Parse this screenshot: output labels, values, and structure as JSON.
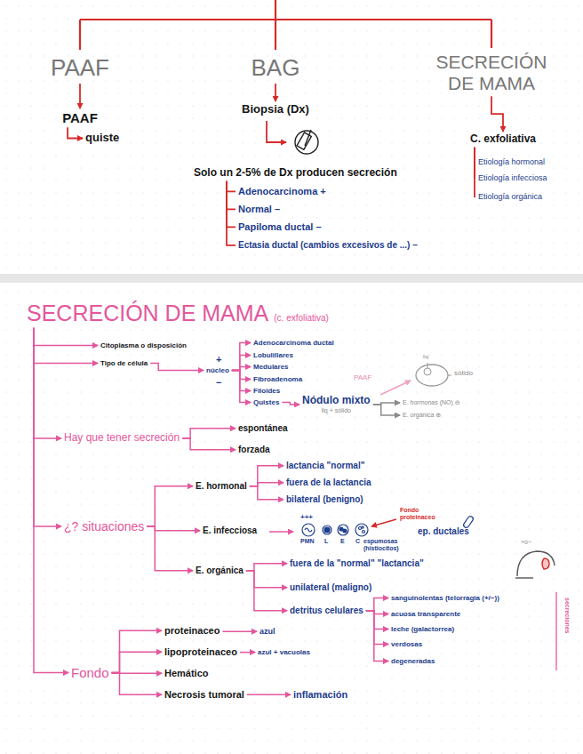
{
  "diagram": {
    "nodes": [
      {
        "text": [
          "PAAF"
        ]
      },
      {
        "text": [
          "BAG"
        ]
      },
      {
        "text": [
          "SECRECIÓN DE MAMA"
        ]
      },
      {
        "text": [
          "PAAF"
        ]
      },
      {
        "text": [
          "quiste"
        ]
      },
      {
        "text": [
          "Biopsia (Dx)"
        ]
      },
      {
        "text": [
          "C. exfoliativa"
        ]
      },
      {
        "text": [
          "Etiología hormonal"
        ]
      },
      {
        "text": [
          "Etiología infecciosa"
        ]
      },
      {
        "text": [
          "Etiología orgánica"
        ]
      },
      {
        "text": [
          "Solo un 2-5% de Dx producen secreción"
        ]
      },
      {
        "text": [
          "Adenocarcinoma +"
        ]
      },
      {
        "text": [
          "Normal –"
        ]
      },
      {
        "text": [
          "Papiloma ductal –"
        ]
      },
      {
        "text": [
          "Ectasia ductal (cambios excesivos de ...) –"
        ]
      },
      {
        "text": [
          "SECRECIÓN DE MAMA",
          "(c. exfoliativa)"
        ]
      },
      {
        "text": [
          "Citoplasma o disposición"
        ]
      },
      {
        "text": [
          "Tipo de célula"
        ]
      },
      {
        "text": [
          "núcleo"
        ]
      },
      {
        "text": [
          "Adenocarcinoma ductal"
        ]
      },
      {
        "text": [
          "Lobulillares"
        ]
      },
      {
        "text": [
          "Medulares"
        ]
      },
      {
        "text": [
          "Fibroadenoma"
        ]
      },
      {
        "text": [
          "Filoides"
        ]
      },
      {
        "text": [
          "Quistes"
        ]
      },
      {
        "text": [
          "Nódulo mixto",
          "liq + sólido"
        ]
      },
      {
        "text": [
          "E. hormonas (NO) ⊖"
        ]
      },
      {
        "text": [
          "E. orgánica ⊕"
        ]
      },
      {
        "text": [
          "Hay que tener secreción"
        ]
      },
      {
        "text": [
          "espontánea"
        ]
      },
      {
        "text": [
          "forzada"
        ]
      },
      {
        "text": [
          "¿? situaciones"
        ]
      },
      {
        "text": [
          "E. hormonal"
        ]
      },
      {
        "text": [
          "lactancia \"normal\""
        ]
      },
      {
        "text": [
          "fuera de la lactancia"
        ]
      },
      {
        "text": [
          "bilateral (benigno)"
        ]
      },
      {
        "text": [
          "E. infecciosa"
        ]
      },
      {
        "text": [
          "E. orgánica"
        ]
      },
      {
        "text": [
          "fuera de la \"normal\" \"lactancia\""
        ]
      },
      {
        "text": [
          "unilateral (maligno)"
        ]
      },
      {
        "text": [
          "detritus celulares"
        ]
      },
      {
        "text": [
          "sanguinolentas (telorragia (+/−))"
        ]
      },
      {
        "text": [
          "acuosa transparente"
        ]
      },
      {
        "text": [
          "leche (galactorrea)"
        ]
      },
      {
        "text": [
          "verdosas"
        ]
      },
      {
        "text": [
          "degeneradas"
        ]
      },
      {
        "text": [
          "Fondo"
        ]
      },
      {
        "text": [
          "proteinaceo"
        ]
      },
      {
        "text": [
          "azul"
        ]
      },
      {
        "text": [
          "lipoproteinaceo"
        ]
      },
      {
        "text": [
          "azul + vacuolas"
        ]
      },
      {
        "text": [
          "Hemático"
        ]
      },
      {
        "text": [
          "Necrosis tumoral"
        ]
      },
      {
        "text": [
          "inflamación"
        ]
      }
    ],
    "edges": [
      {
        "from": 0,
        "to": 3,
        "arrow": "to"
      },
      {
        "from": 3,
        "to": 4,
        "arrow": "to"
      },
      {
        "from": 1,
        "to": 5,
        "arrow": "to"
      },
      {
        "from": 2,
        "to": 6,
        "arrow": "to"
      },
      {
        "from": 6,
        "to": 7,
        "arrow": "none"
      },
      {
        "from": 6,
        "to": 8,
        "arrow": "none"
      },
      {
        "from": 6,
        "to": 9,
        "arrow": "none"
      },
      {
        "from": 10,
        "to": 11,
        "arrow": "none"
      },
      {
        "from": 10,
        "to": 12,
        "arrow": "none"
      },
      {
        "from": 10,
        "to": 13,
        "arrow": "none"
      },
      {
        "from": 10,
        "to": 14,
        "arrow": "none"
      },
      {
        "from": 15,
        "to": 16,
        "arrow": "to"
      },
      {
        "from": 15,
        "to": 17,
        "arrow": "to"
      },
      {
        "from": 15,
        "to": 28,
        "arrow": "to"
      },
      {
        "from": 15,
        "to": 31,
        "arrow": "to"
      },
      {
        "from": 15,
        "to": 46,
        "arrow": "to"
      },
      {
        "from": 17,
        "to": 18,
        "arrow": "to"
      },
      {
        "from": 18,
        "to": 19,
        "arrow": "to"
      },
      {
        "from": 18,
        "to": 20,
        "arrow": "to"
      },
      {
        "from": 18,
        "to": 21,
        "arrow": "to"
      },
      {
        "from": 18,
        "to": 22,
        "arrow": "to"
      },
      {
        "from": 18,
        "to": 23,
        "arrow": "to"
      },
      {
        "from": 18,
        "to": 24,
        "arrow": "to"
      },
      {
        "from": 24,
        "to": 25,
        "arrow": "to"
      },
      {
        "from": 25,
        "to": 26,
        "arrow": "to"
      },
      {
        "from": 25,
        "to": 27,
        "arrow": "to"
      },
      {
        "from": 28,
        "to": 29,
        "arrow": "to"
      },
      {
        "from": 28,
        "to": 30,
        "arrow": "to"
      },
      {
        "from": 31,
        "to": 32,
        "arrow": "to"
      },
      {
        "from": 31,
        "to": 36,
        "arrow": "to"
      },
      {
        "from": 31,
        "to": 37,
        "arrow": "to"
      },
      {
        "from": 32,
        "to": 33,
        "arrow": "to"
      },
      {
        "from": 32,
        "to": 34,
        "arrow": "to"
      },
      {
        "from": 32,
        "to": 35,
        "arrow": "to"
      },
      {
        "from": 37,
        "to": 38,
        "arrow": "to"
      },
      {
        "from": 37,
        "to": 39,
        "arrow": "to"
      },
      {
        "from": 37,
        "to": 40,
        "arrow": "to"
      },
      {
        "from": 40,
        "to": 41,
        "arrow": "to"
      },
      {
        "from": 40,
        "to": 42,
        "arrow": "to"
      },
      {
        "from": 40,
        "to": 43,
        "arrow": "to"
      },
      {
        "from": 40,
        "to": 44,
        "arrow": "to"
      },
      {
        "from": 40,
        "to": 45,
        "arrow": "to"
      },
      {
        "from": 46,
        "to": 47,
        "arrow": "to"
      },
      {
        "from": 46,
        "to": 49,
        "arrow": "to"
      },
      {
        "from": 46,
        "to": 51,
        "arrow": "to"
      },
      {
        "from": 46,
        "to": 52,
        "arrow": "to"
      },
      {
        "from": 47,
        "to": 48,
        "arrow": "to"
      },
      {
        "from": 49,
        "to": 50,
        "arrow": "to"
      },
      {
        "from": 52,
        "to": 53,
        "arrow": "to"
      }
    ],
    "labels": [
      "+",
      "−",
      "PAAF",
      "liq",
      "sólido",
      "+++",
      "PMN",
      "L",
      "E",
      "C",
      "espumosas (histiocitos)",
      "ep. ductales",
      "Fondo proteinaceo",
      "+ó−",
      "secreciones"
    ]
  }
}
